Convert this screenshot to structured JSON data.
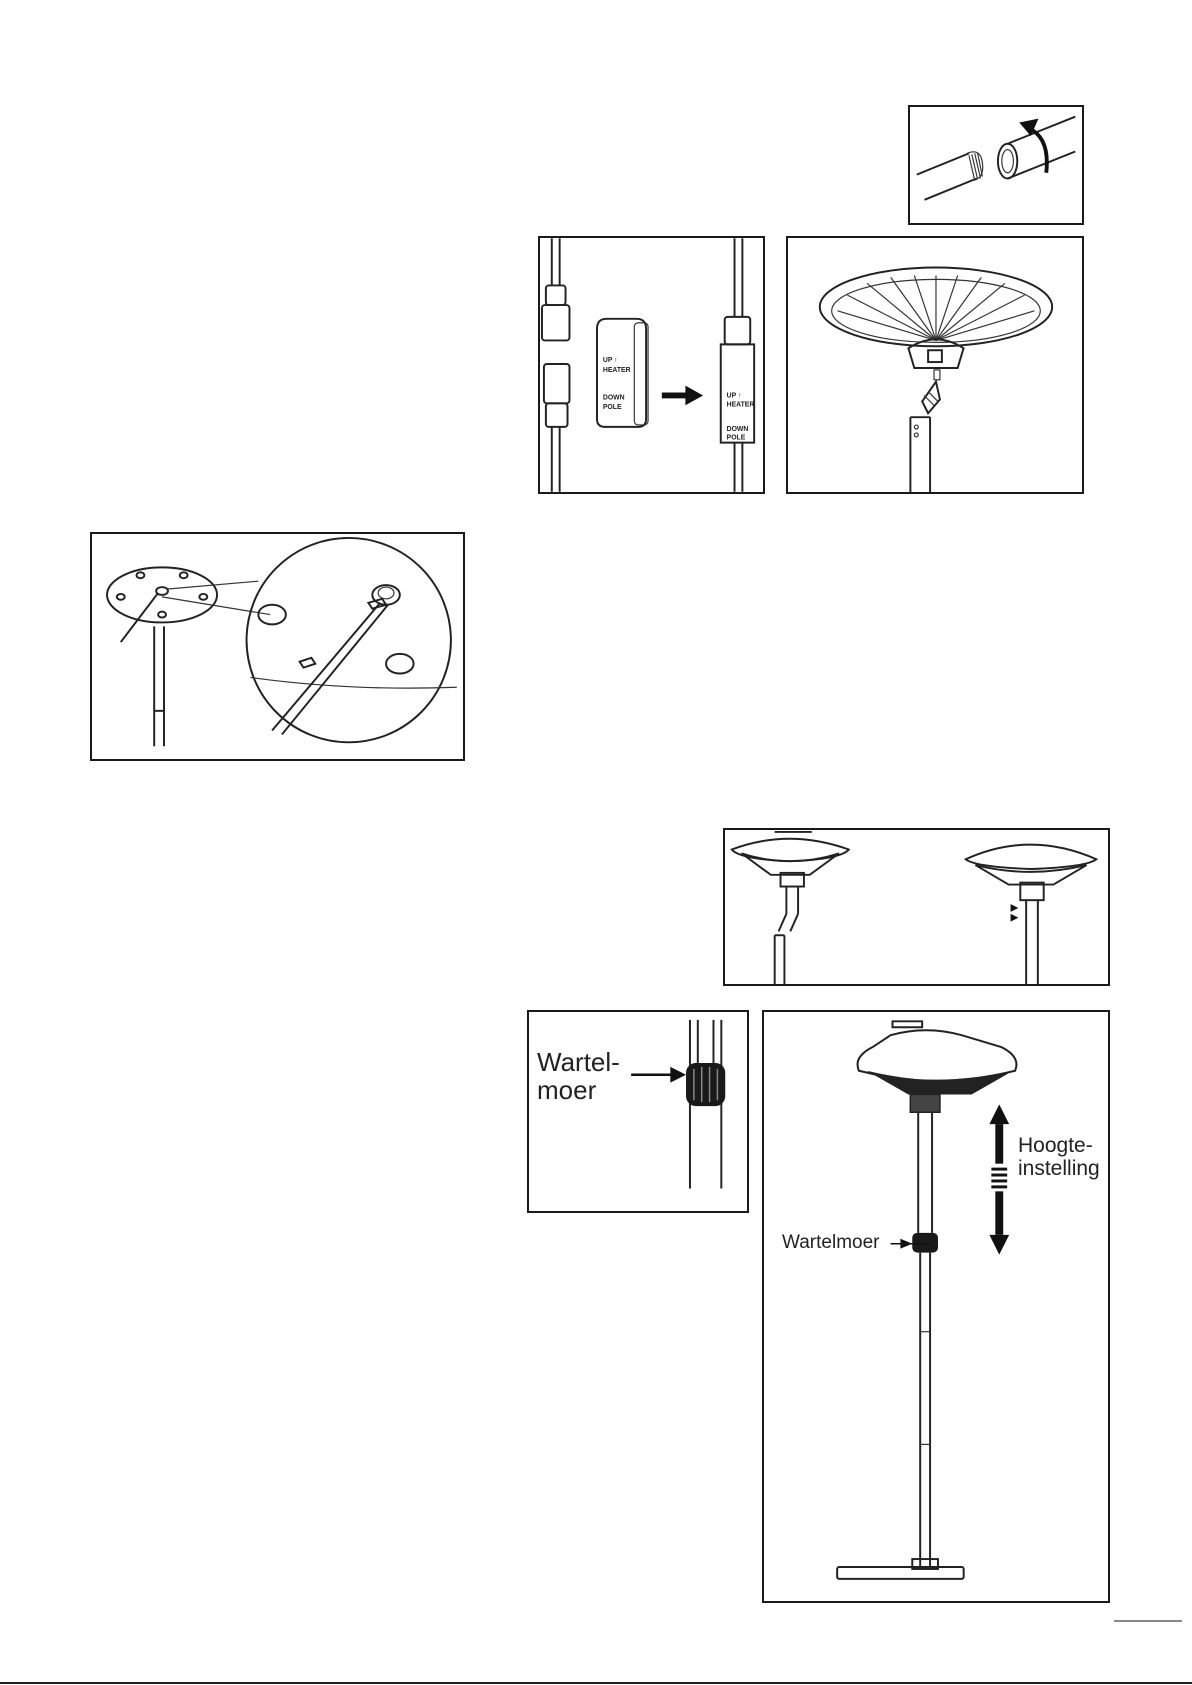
{
  "figures": {
    "cord_clip": {
      "up_label": "UP ↑",
      "heater_label": "HEATER",
      "down_label": "DOWN",
      "pole_label": "POLE"
    },
    "swivel_nut_detail": {
      "label": "Wartel-\nmoer"
    },
    "height_adjust": {
      "height_label": "Hoogte-\ninstelling",
      "nut_label": "Wartelmoer"
    }
  }
}
